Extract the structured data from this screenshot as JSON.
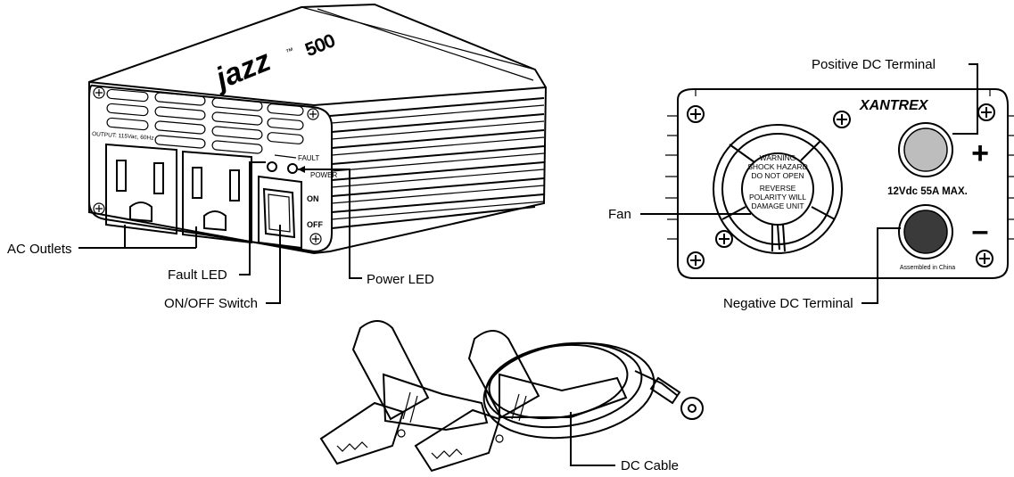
{
  "inverter_front": {
    "brand": "jazz",
    "trademark": "™",
    "model": "500",
    "output_rating": "OUTPUT: 115Vac, 60Hz",
    "fault_text": "FAULT",
    "power_text": "POWER",
    "on_text": "ON",
    "off_text": "OFF"
  },
  "inverter_rear": {
    "brand": "XANTREX",
    "warning_lines": [
      "WARNING",
      "SHOCK HAZARD",
      "DO NOT OPEN",
      "REVERSE",
      "POLARITY WILL",
      "DAMAGE UNIT"
    ],
    "rating": "12Vdc 55A MAX.",
    "assembled": "Assembled in China",
    "plus_sign": "+",
    "minus_sign": "–"
  },
  "callouts": {
    "ac_outlets": "AC Outlets",
    "fault_led": "Fault LED",
    "on_off_switch": "ON/OFF Switch",
    "power_led": "Power LED",
    "positive_terminal": "Positive DC Terminal",
    "fan": "Fan",
    "negative_terminal": "Negative DC Terminal",
    "dc_cable": "DC Cable"
  },
  "colors": {
    "line": "#000000",
    "positive_terminal_fill": "#bdbdbd",
    "negative_terminal_fill": "#3a3a3a",
    "background": "#ffffff"
  }
}
